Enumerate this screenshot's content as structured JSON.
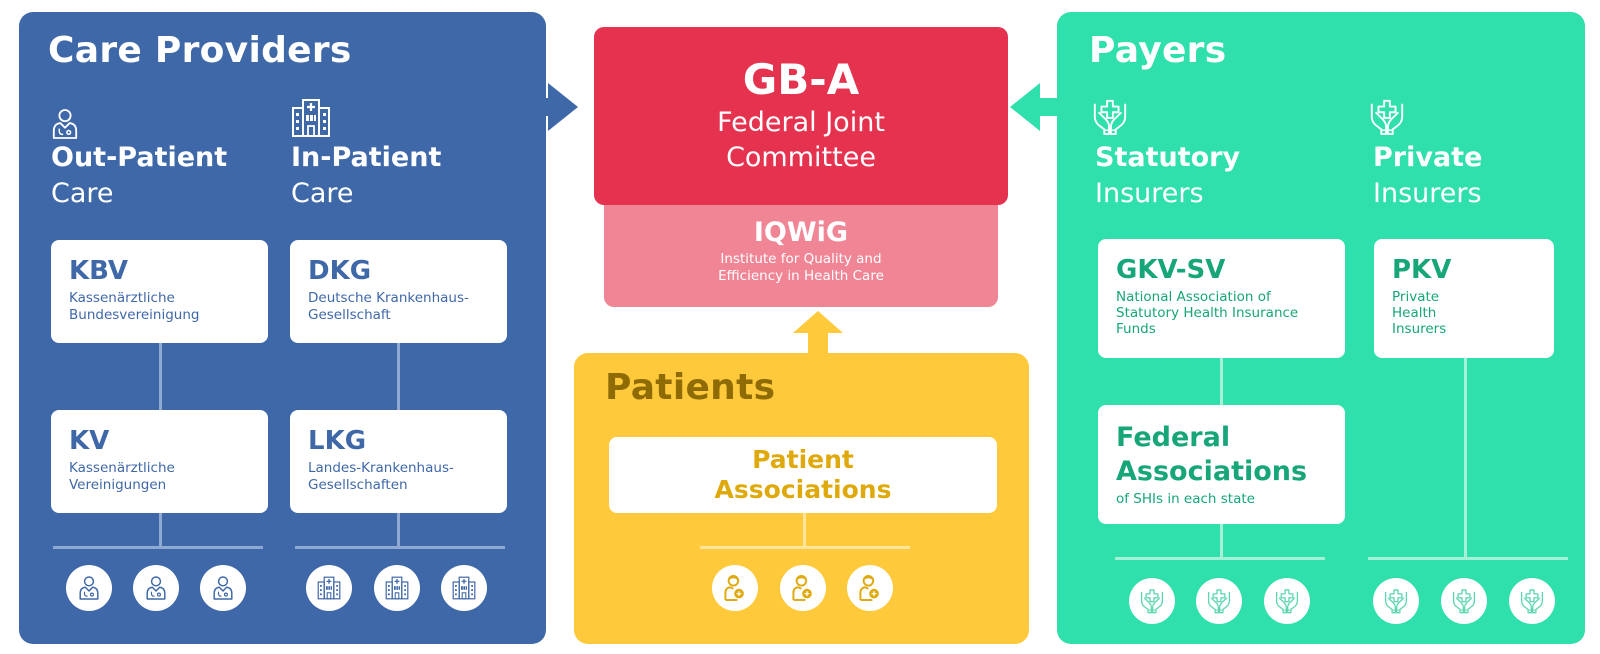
{
  "colors": {
    "care_providers": "#3f68a8",
    "payers": "#2fe0ac",
    "patients": "#fec93a",
    "gba": "#e5324f",
    "iqwig": "#f08595",
    "patients_title": "#8f6b05",
    "patient_assoc_text": "#dfa90c",
    "payer_text": "#17a57a"
  },
  "care_providers": {
    "title": "Care Providers",
    "outpatient": {
      "icon": "doctor-icon",
      "heading_bold": "Out-Patient",
      "heading_light": "Care",
      "top_card": {
        "abbr": "KBV",
        "desc_line1": "Kassenärztliche",
        "desc_line2": "Bundesvereinigung"
      },
      "bottom_card": {
        "abbr": "KV",
        "desc_line1": "Kassenärztliche",
        "desc_line2": "Vereinigungen"
      },
      "member_icons": [
        "doctor-icon",
        "doctor-icon",
        "doctor-icon"
      ]
    },
    "inpatient": {
      "icon": "hospital-icon",
      "heading_bold": "In-Patient",
      "heading_light": "Care",
      "top_card": {
        "abbr": "DKG",
        "desc_line1": "Deutsche Krankenhaus-",
        "desc_line2": "Gesellschaft"
      },
      "bottom_card": {
        "abbr": "LKG",
        "desc_line1": "Landes-Krankenhaus-",
        "desc_line2": "Gesellschaften"
      },
      "member_icons": [
        "hospital-icon",
        "hospital-icon",
        "hospital-icon"
      ]
    }
  },
  "gba": {
    "abbr": "GB-A",
    "name_line1": "Federal Joint",
    "name_line2": "Committee"
  },
  "iqwig": {
    "abbr": "IQWiG",
    "desc_line1": "Institute for Quality and",
    "desc_line2": "Efficiency in Health Care"
  },
  "patients": {
    "title": "Patients",
    "assoc_line1": "Patient",
    "assoc_line2": "Associations",
    "member_icons": [
      "patient-icon",
      "patient-icon",
      "patient-icon"
    ]
  },
  "payers": {
    "title": "Payers",
    "statutory": {
      "icon": "insurance-hands-icon",
      "heading_bold": "Statutory",
      "heading_light": "Insurers",
      "top_card": {
        "abbr": "GKV-SV",
        "desc_line1": "National Association of",
        "desc_line2": "Statutory Health Insurance",
        "desc_line3": "Funds"
      },
      "bottom_card": {
        "line1": "Federal",
        "line2": "Associations",
        "desc": "of SHIs in each state"
      },
      "member_icons": [
        "insurance-hands-icon",
        "insurance-hands-icon",
        "insurance-hands-icon"
      ]
    },
    "private": {
      "icon": "insurance-hands-icon",
      "heading_bold": "Private",
      "heading_light": "Insurers",
      "top_card": {
        "abbr": "PKV",
        "desc_line1": "Private",
        "desc_line2": "Health",
        "desc_line3": "Insurers"
      },
      "member_icons": [
        "insurance-hands-icon",
        "insurance-hands-icon",
        "insurance-hands-icon"
      ]
    }
  }
}
